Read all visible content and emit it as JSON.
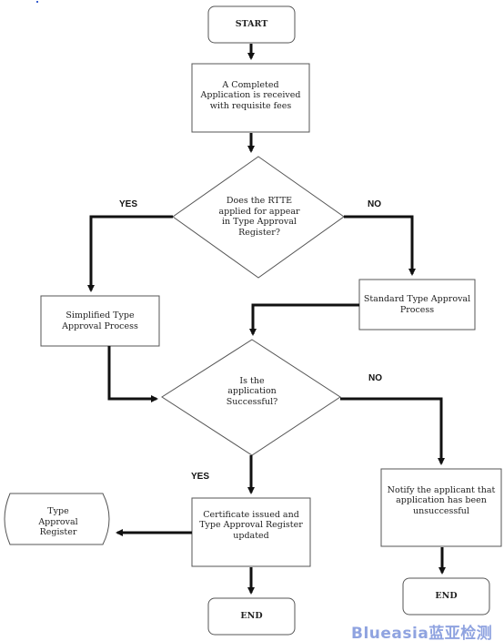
{
  "nodes": {
    "start": "START",
    "received": "A Completed\nApplication is received\nwith requisite fees",
    "decision_register": "Does the RTTE\napplied for appear\nin Type Approval\nRegister?",
    "simplified": "Simplified Type\nApproval Process",
    "standard": "Standard Type Approval\nProcess",
    "decision_success": "Is the\napplication\nSuccessful?",
    "certificate": "Certificate issued and\nType Approval Register\nupdated",
    "notify": "Notify the applicant that\napplication has been\nunsuccessful",
    "register_store": "Type\nApproval\nRegister",
    "end_left": "END",
    "end_right": "END"
  },
  "labels": {
    "yes_1": "YES",
    "no_1": "NO",
    "yes_2": "YES",
    "no_2": "NO"
  },
  "watermark": "Blueasia蓝亚检测"
}
